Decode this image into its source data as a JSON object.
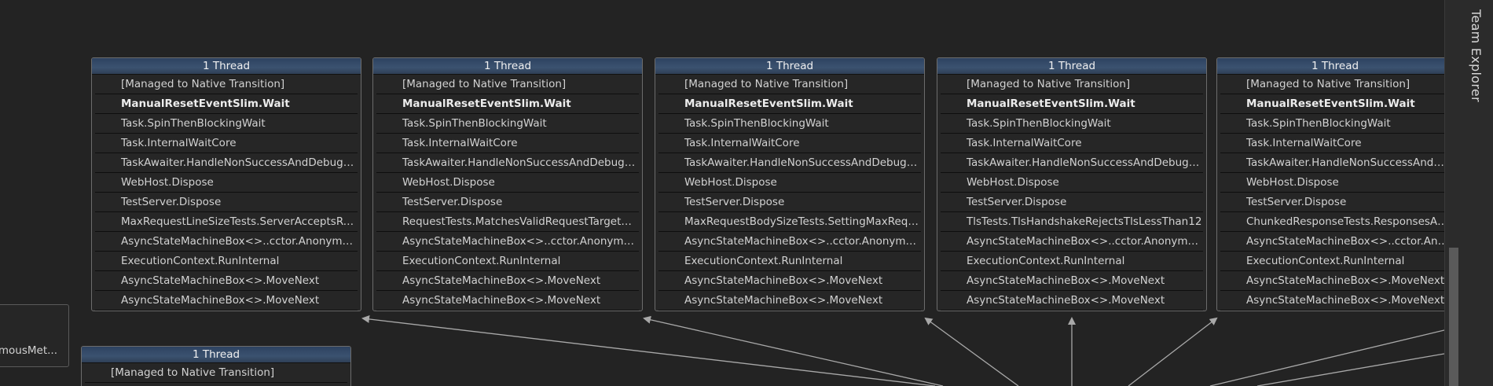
{
  "sidebar": {
    "team_explorer": "Team Explorer"
  },
  "boxes": [
    {
      "header": "1 Thread",
      "frames": [
        "[Managed to Native Transition]",
        "ManualResetEventSlim.Wait",
        "Task.SpinThenBlockingWait",
        "Task.InternalWaitCore",
        "TaskAwaiter.HandleNonSuccessAndDebugge...",
        "WebHost.Dispose",
        "TestServer.Dispose",
        "MaxRequestLineSizeTests.ServerAcceptsRequ...",
        "AsyncStateMachineBox<>..cctor.Anonymous...",
        "ExecutionContext.RunInternal",
        "AsyncStateMachineBox<>.MoveNext",
        "AsyncStateMachineBox<>.MoveNext"
      ]
    },
    {
      "header": "1 Thread",
      "frames": [
        "[Managed to Native Transition]",
        "ManualResetEventSlim.Wait",
        "Task.SpinThenBlockingWait",
        "Task.InternalWaitCore",
        "TaskAwaiter.HandleNonSuccessAndDebugge...",
        "WebHost.Dispose",
        "TestServer.Dispose",
        "RequestTests.MatchesValidRequestTargetAnd...",
        "AsyncStateMachineBox<>..cctor.Anonymous...",
        "ExecutionContext.RunInternal",
        "AsyncStateMachineBox<>.MoveNext",
        "AsyncStateMachineBox<>.MoveNext"
      ]
    },
    {
      "header": "1 Thread",
      "frames": [
        "[Managed to Native Transition]",
        "ManualResetEventSlim.Wait",
        "Task.SpinThenBlockingWait",
        "Task.InternalWaitCore",
        "TaskAwaiter.HandleNonSuccessAndDebugge...",
        "WebHost.Dispose",
        "TestServer.Dispose",
        "MaxRequestBodySizeTests.SettingMaxReques...",
        "AsyncStateMachineBox<>..cctor.Anonymous...",
        "ExecutionContext.RunInternal",
        "AsyncStateMachineBox<>.MoveNext",
        "AsyncStateMachineBox<>.MoveNext"
      ]
    },
    {
      "header": "1 Thread",
      "frames": [
        "[Managed to Native Transition]",
        "ManualResetEventSlim.Wait",
        "Task.SpinThenBlockingWait",
        "Task.InternalWaitCore",
        "TaskAwaiter.HandleNonSuccessAndDebugge...",
        "WebHost.Dispose",
        "TestServer.Dispose",
        "TlsTests.TlsHandshakeRejectsTlsLessThan12",
        "AsyncStateMachineBox<>..cctor.Anonymous...",
        "ExecutionContext.RunInternal",
        "AsyncStateMachineBox<>.MoveNext",
        "AsyncStateMachineBox<>.MoveNext"
      ]
    },
    {
      "header": "1 Thread",
      "frames": [
        "[Managed to Native Transition]",
        "ManualResetEventSlim.Wait",
        "Task.SpinThenBlockingWait",
        "Task.InternalWaitCore",
        "TaskAwaiter.HandleNonSuccessAndDebu",
        "WebHost.Dispose",
        "TestServer.Dispose",
        "ChunkedResponseTests.ResponsesAreNo",
        "AsyncStateMachineBox<>..cctor.Anonym",
        "ExecutionContext.RunInternal",
        "AsyncStateMachineBox<>.MoveNext",
        "AsyncStateMachineBox<>.MoveNext"
      ]
    }
  ],
  "left_partial_box": {
    "frame": "ymousMet..."
  },
  "bottom_box": {
    "header": "1 Thread",
    "frame": "[Managed to Native Transition]"
  },
  "colors": {
    "background": "#232323",
    "header_accent": "#3b5270",
    "border": "#6c6c6c"
  }
}
